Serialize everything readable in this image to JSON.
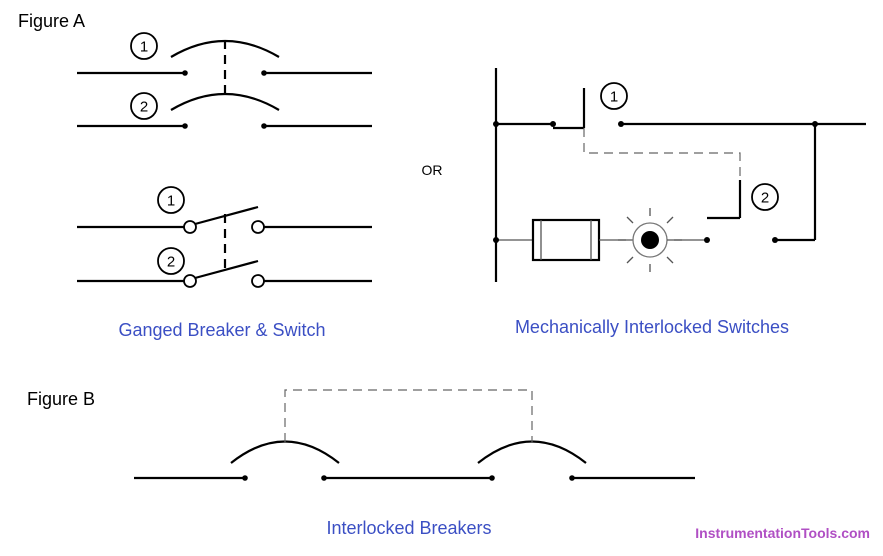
{
  "figure_a": {
    "label": "Figure A",
    "ganged": {
      "caption": "Ganged Breaker & Switch",
      "breaker_numbers": [
        "1",
        "2"
      ],
      "switch_numbers": [
        "1",
        "2"
      ]
    },
    "or_label": "OR",
    "interlocked_switches": {
      "caption": "Mechanically Interlocked Switches",
      "switch_numbers": [
        "1",
        "2"
      ]
    }
  },
  "figure_b": {
    "label": "Figure B",
    "caption": "Interlocked Breakers"
  },
  "watermark": "InstrumentationTools.com",
  "colors": {
    "caption": "#3b4fc4",
    "watermark": "#b04fc4",
    "line": "#000000"
  }
}
